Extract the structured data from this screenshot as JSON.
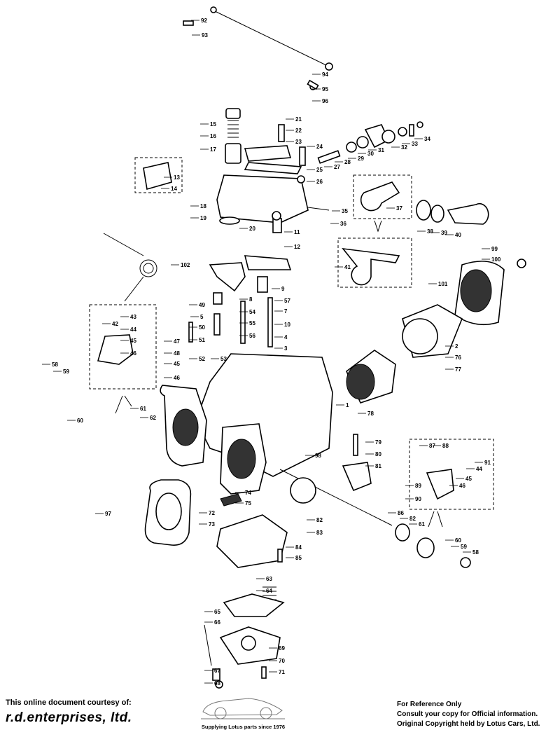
{
  "diagram": {
    "callouts": [
      "92",
      "93",
      "94",
      "95",
      "96",
      "15",
      "16",
      "17",
      "21",
      "22",
      "23",
      "24",
      "25",
      "26",
      "27",
      "28",
      "29",
      "30",
      "31",
      "32",
      "33",
      "34",
      "13",
      "14",
      "18",
      "19",
      "20",
      "11",
      "12",
      "35",
      "36",
      "37",
      "38",
      "39",
      "40",
      "41",
      "99",
      "100",
      "101",
      "102",
      "9",
      "8",
      "57",
      "49",
      "54",
      "7",
      "5",
      "55",
      "10",
      "50",
      "51",
      "56",
      "4",
      "3",
      "43",
      "42",
      "44",
      "45",
      "46",
      "47",
      "48",
      "45",
      "46",
      "52",
      "53",
      "58",
      "59",
      "2",
      "76",
      "77",
      "1",
      "78",
      "60",
      "61",
      "62",
      "98",
      "79",
      "80",
      "81",
      "87",
      "88",
      "44",
      "91",
      "89",
      "46",
      "45",
      "90",
      "74",
      "75",
      "97",
      "72",
      "73",
      "82",
      "83",
      "86",
      "82",
      "61",
      "60",
      "59",
      "58",
      "84",
      "85",
      "63",
      "64",
      "65",
      "66",
      "69",
      "70",
      "71",
      "67",
      "68"
    ]
  },
  "footer": {
    "courtesy": "This online document courtesy of:",
    "company": "r.d.enterprises, ltd.",
    "tagline": "Supplying Lotus parts since 1976",
    "notice_1": "For Reference Only",
    "notice_2": "Consult your copy for Official information.",
    "notice_3": "Original Copyright held by Lotus Cars, Ltd."
  }
}
